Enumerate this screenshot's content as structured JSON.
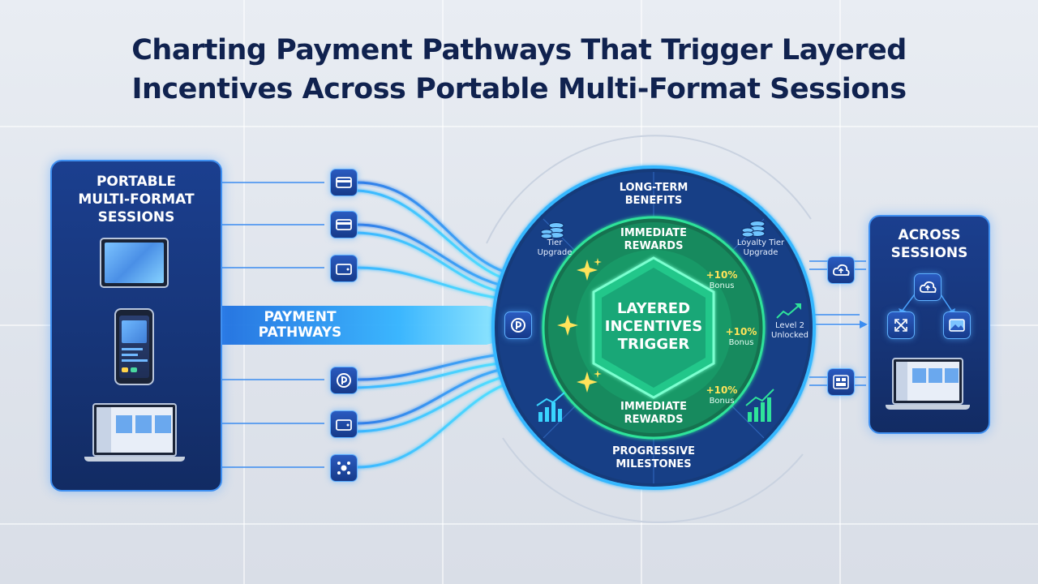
{
  "title": "Charting Payment Pathways That Trigger Layered\nIncentives Across Portable Multi-Format Sessions",
  "left_panel": {
    "title": "PORTABLE\nMULTI-FORMAT\nSESSIONS",
    "devices": [
      "tablet-icon",
      "smartphone-icon",
      "laptop-icon"
    ]
  },
  "payment_pathways": {
    "label": "PAYMENT\nPATHWAYS",
    "icons": [
      "credit-card-icon",
      "credit-card-icon",
      "wallet-icon",
      "pay-app-icon",
      "wallet-icon",
      "network-icon"
    ]
  },
  "hub": {
    "outer_top": "LONG-TERM\nBENEFITS",
    "outer_bottom": "PROGRESSIVE\nMILESTONES",
    "left_top": "Tier\nUpgrade",
    "right_top": "Loyalty Tier\nUpgrade",
    "right_mid": "Level 2\nUnlocked",
    "inner_top": "IMMEDIATE\nREWARDS",
    "inner_bottom": "IMMEDIATE\nREWARDS",
    "bonus_pct": "+10%",
    "bonus_label": "Bonus",
    "core": "LAYERED\nINCENTIVES\nTRIGGER"
  },
  "right_panel": {
    "title": "ACROSS\nSESSIONS"
  },
  "colors": {
    "navy": "#10224f",
    "accent": "#3f8ff0",
    "cyan": "#39d4ff",
    "green": "#2fe39a",
    "gold": "#ffe35a"
  }
}
